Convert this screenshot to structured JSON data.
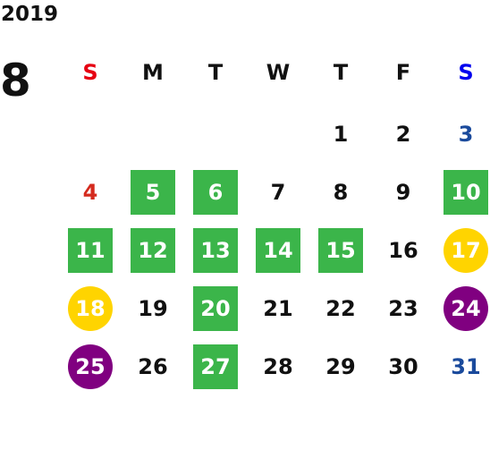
{
  "calendar": {
    "year": "2019",
    "month": "8",
    "weekdays": [
      {
        "label": "S",
        "color": "#e60012"
      },
      {
        "label": "M",
        "color": "#111111"
      },
      {
        "label": "T",
        "color": "#111111"
      },
      {
        "label": "W",
        "color": "#111111"
      },
      {
        "label": "T",
        "color": "#111111"
      },
      {
        "label": "F",
        "color": "#111111"
      },
      {
        "label": "S",
        "color": "#0000ee"
      }
    ],
    "weeks": [
      [
        {
          "label": ""
        },
        {
          "label": ""
        },
        {
          "label": ""
        },
        {
          "label": ""
        },
        {
          "label": "1",
          "color": "#111111"
        },
        {
          "label": "2",
          "color": "#111111"
        },
        {
          "label": "3",
          "color": "#1a4a9c"
        }
      ],
      [
        {
          "label": "4",
          "color": "#d42a1e"
        },
        {
          "label": "5",
          "highlight": "green"
        },
        {
          "label": "6",
          "highlight": "green"
        },
        {
          "label": "7",
          "color": "#111111"
        },
        {
          "label": "8",
          "color": "#111111"
        },
        {
          "label": "9",
          "color": "#111111"
        },
        {
          "label": "10",
          "highlight": "green"
        }
      ],
      [
        {
          "label": "11",
          "highlight": "green"
        },
        {
          "label": "12",
          "highlight": "green"
        },
        {
          "label": "13",
          "highlight": "green"
        },
        {
          "label": "14",
          "highlight": "green"
        },
        {
          "label": "15",
          "highlight": "green"
        },
        {
          "label": "16",
          "color": "#111111"
        },
        {
          "label": "17",
          "highlight": "yellow"
        }
      ],
      [
        {
          "label": "18",
          "highlight": "yellow"
        },
        {
          "label": "19",
          "color": "#111111"
        },
        {
          "label": "20",
          "highlight": "green"
        },
        {
          "label": "21",
          "color": "#111111"
        },
        {
          "label": "22",
          "color": "#111111"
        },
        {
          "label": "23",
          "color": "#111111"
        },
        {
          "label": "24",
          "highlight": "purple"
        }
      ],
      [
        {
          "label": "25",
          "highlight": "purple"
        },
        {
          "label": "26",
          "color": "#111111"
        },
        {
          "label": "27",
          "highlight": "green"
        },
        {
          "label": "28",
          "color": "#111111"
        },
        {
          "label": "29",
          "color": "#111111"
        },
        {
          "label": "30",
          "color": "#111111"
        },
        {
          "label": "31",
          "color": "#1a4a9c"
        }
      ]
    ]
  },
  "colors": {
    "green": "#3bb54a",
    "yellow": "#ffd400",
    "purple": "#800080",
    "sunday": "#e60012",
    "saturday": "#0000ee",
    "text": "#111111"
  }
}
